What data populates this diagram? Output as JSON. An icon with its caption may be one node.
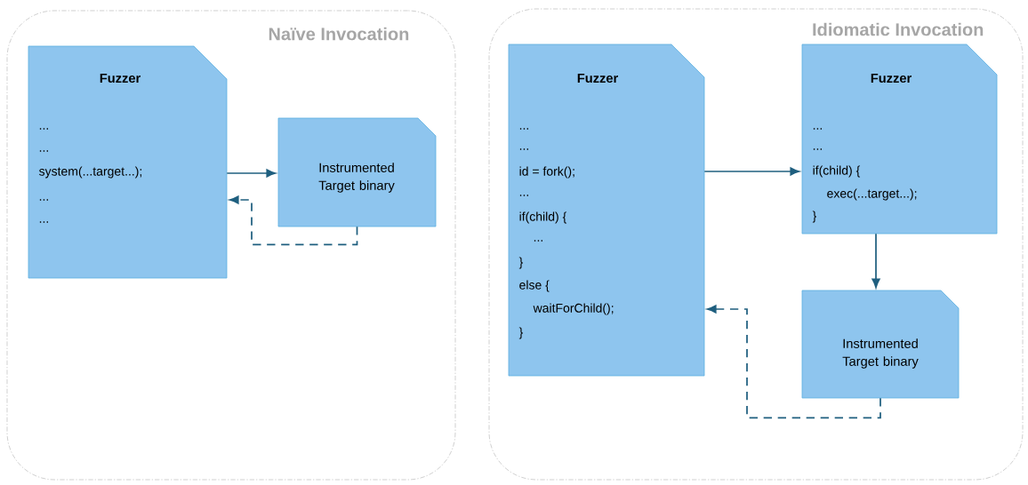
{
  "diagram": {
    "nodes": [
      {
        "text": [
          "Naïve Invocation"
        ]
      },
      {
        "text": [
          "Fuzzer",
          "...",
          "...",
          "system(...target...);",
          "...",
          "..."
        ],
        "in": 0
      },
      {
        "text": [
          "Instrumented Target binary"
        ],
        "in": 0
      },
      {
        "text": [
          "Idiomatic Invocation"
        ]
      },
      {
        "text": [
          "Fuzzer",
          "...",
          "...",
          "id = fork();",
          "...",
          "if(child) {",
          "...",
          "}",
          "else {",
          "waitForChild();",
          "}"
        ],
        "in": 3
      },
      {
        "text": [
          "Fuzzer",
          "...",
          "...",
          "if(child) {",
          "exec(...target...);",
          "}"
        ],
        "in": 3
      },
      {
        "text": [
          "Instrumented Target binary"
        ],
        "in": 3
      }
    ],
    "edges": [
      {
        "from": 1,
        "to": 2,
        "arrow": "to"
      },
      {
        "from": 2,
        "to": 1,
        "arrow": "to",
        "style": "dashed"
      },
      {
        "from": 4,
        "to": 5,
        "arrow": "to"
      },
      {
        "from": 5,
        "to": 6,
        "arrow": "to"
      },
      {
        "from": 6,
        "to": 4,
        "arrow": "to",
        "style": "dashed"
      }
    ]
  }
}
